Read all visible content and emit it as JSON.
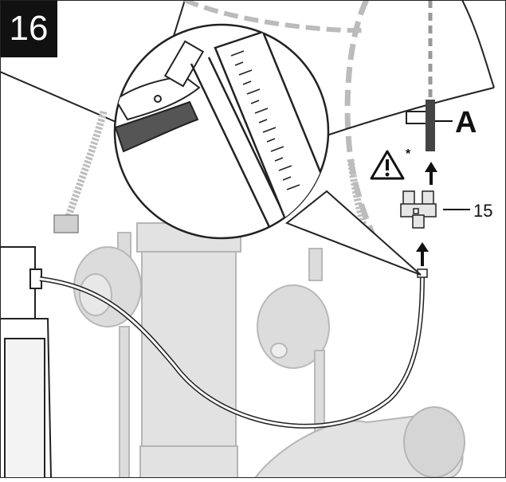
{
  "step": {
    "number": "16"
  },
  "callouts": {
    "tube_label": "A",
    "part_label": "15",
    "warning_mark": "*"
  },
  "icons": {
    "warning": "warning-triangle-icon",
    "arrow": "arrow-up-icon"
  },
  "colors": {
    "ink": "#111111",
    "ghost": "#d9d9d9",
    "ghost_stroke": "#bdbdbd",
    "tube_dark": "#444444"
  }
}
